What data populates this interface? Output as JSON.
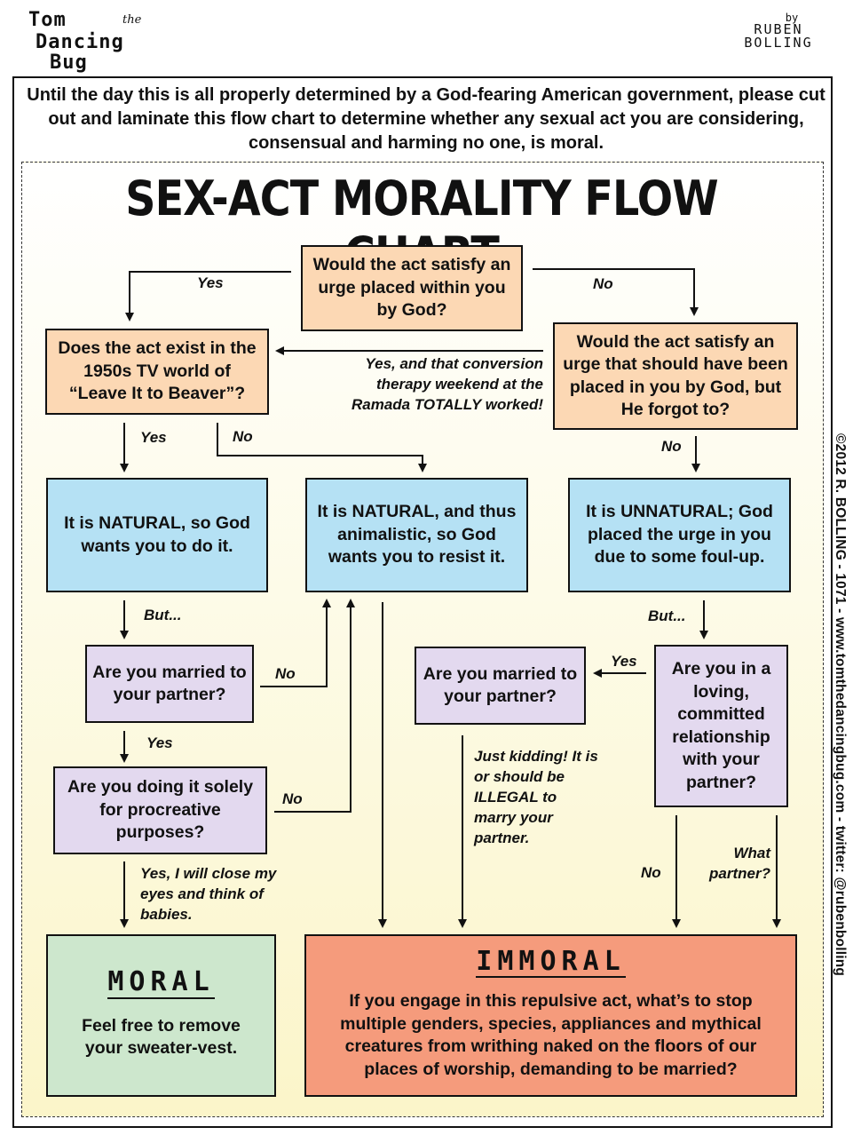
{
  "logo_left": {
    "line1": "Tom",
    "the": "the",
    "line2": "Dancing",
    "line3": "Bug"
  },
  "logo_right": {
    "by": "by",
    "line1": "RUBEN",
    "line2": "BOLLING"
  },
  "intro": "Until the day this is all properly determined by a God-fearing American government, please cut out and laminate this flow chart to determine whether any sexual act you are considering, consensual and harming no one, is moral.",
  "title": "SEX-ACT MORALITY FLOW CHART",
  "nodes": {
    "q_god_urge": "Would the act satisfy an urge placed within you by God?",
    "q_beaver": "Does the act exist in the 1950s TV world of “Leave It to Beaver”?",
    "q_forgot": "Would the act satisfy an urge that should have been placed in you by God, but He forgot to?",
    "natural_do": "It is NATURAL, so God wants you to do it.",
    "natural_resist": "It is NATURAL, and thus animalistic, so God wants you to resist it.",
    "unnatural": "It is UNNATURAL; God placed the urge in you due to some foul-up.",
    "q_married_left": "Are you married to your partner?",
    "q_procreative": "Are you doing it solely for procreative purposes?",
    "q_married_right": "Are you married to your partner?",
    "q_loving": "Are you in a loving, committed relationship with your partner?",
    "moral_head": "MORAL",
    "moral_text": "Feel free to remove your sweater-vest.",
    "immoral_head": "IMMORAL",
    "immoral_text": "If you engage in this repulsive act, what’s to stop multiple genders, species, appliances and mythical creatures from writhing naked on the floors of our places of worship, demanding to be married?"
  },
  "labels": {
    "yes_top": "Yes",
    "no_top": "No",
    "conversion": "Yes, and that conversion therapy weekend at the Ramada TOTALLY worked!",
    "yes_beaver": "Yes",
    "no_beaver": "No",
    "no_forgot": "No",
    "but_left": "But...",
    "but_right": "But...",
    "no_married": "No",
    "yes_married": "Yes",
    "no_procreative": "No",
    "yes_babies": "Yes, I will close my eyes and think of babies.",
    "yes_loving": "Yes",
    "just_kidding": "Just kidding! It is or should be ILLEGAL to marry your partner.",
    "no_loving": "No",
    "what_partner": "What partner?"
  },
  "credit": "©2012 R. BOLLING - 1071 - www.tomthedancingbug.com  -  twitter: @rubenbolling"
}
